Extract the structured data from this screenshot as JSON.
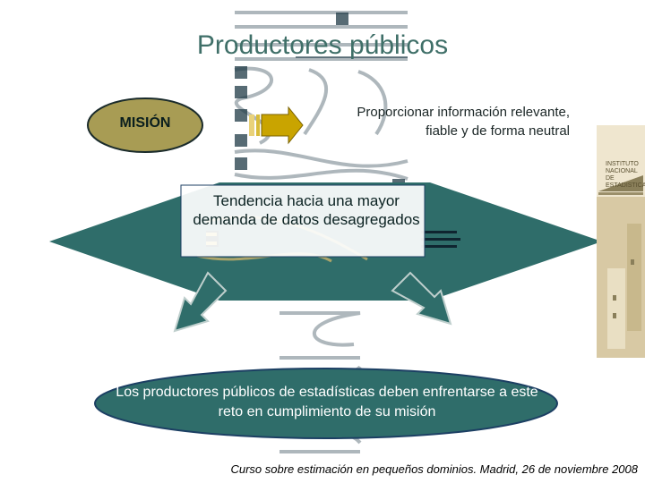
{
  "title": "Productores públicos",
  "mission": {
    "label": "MISIÓN",
    "text": "Proporcionar información relevante, fiable y de forma neutral"
  },
  "trend": {
    "text": "Tendencia hacia una mayor demanda de datos desagregados"
  },
  "challenge": {
    "text": "Los productores públicos de estadísticas deben enfrentarse a este reto en cumplimiento de su misión"
  },
  "footer": {
    "text": "Curso sobre estimación en pequeños dominios. Madrid, 26 de noviembre 2008"
  },
  "colors": {
    "teal": "#2f6d6a",
    "teal_light": "#4f908c",
    "olive": "#a89c54",
    "navy": "#1c3f63",
    "gold": "#c9a400",
    "cover_bg": "#d8c9a4"
  },
  "cover": {
    "label": "INSTITUTO NACIONAL DE ESTADISTICA"
  }
}
